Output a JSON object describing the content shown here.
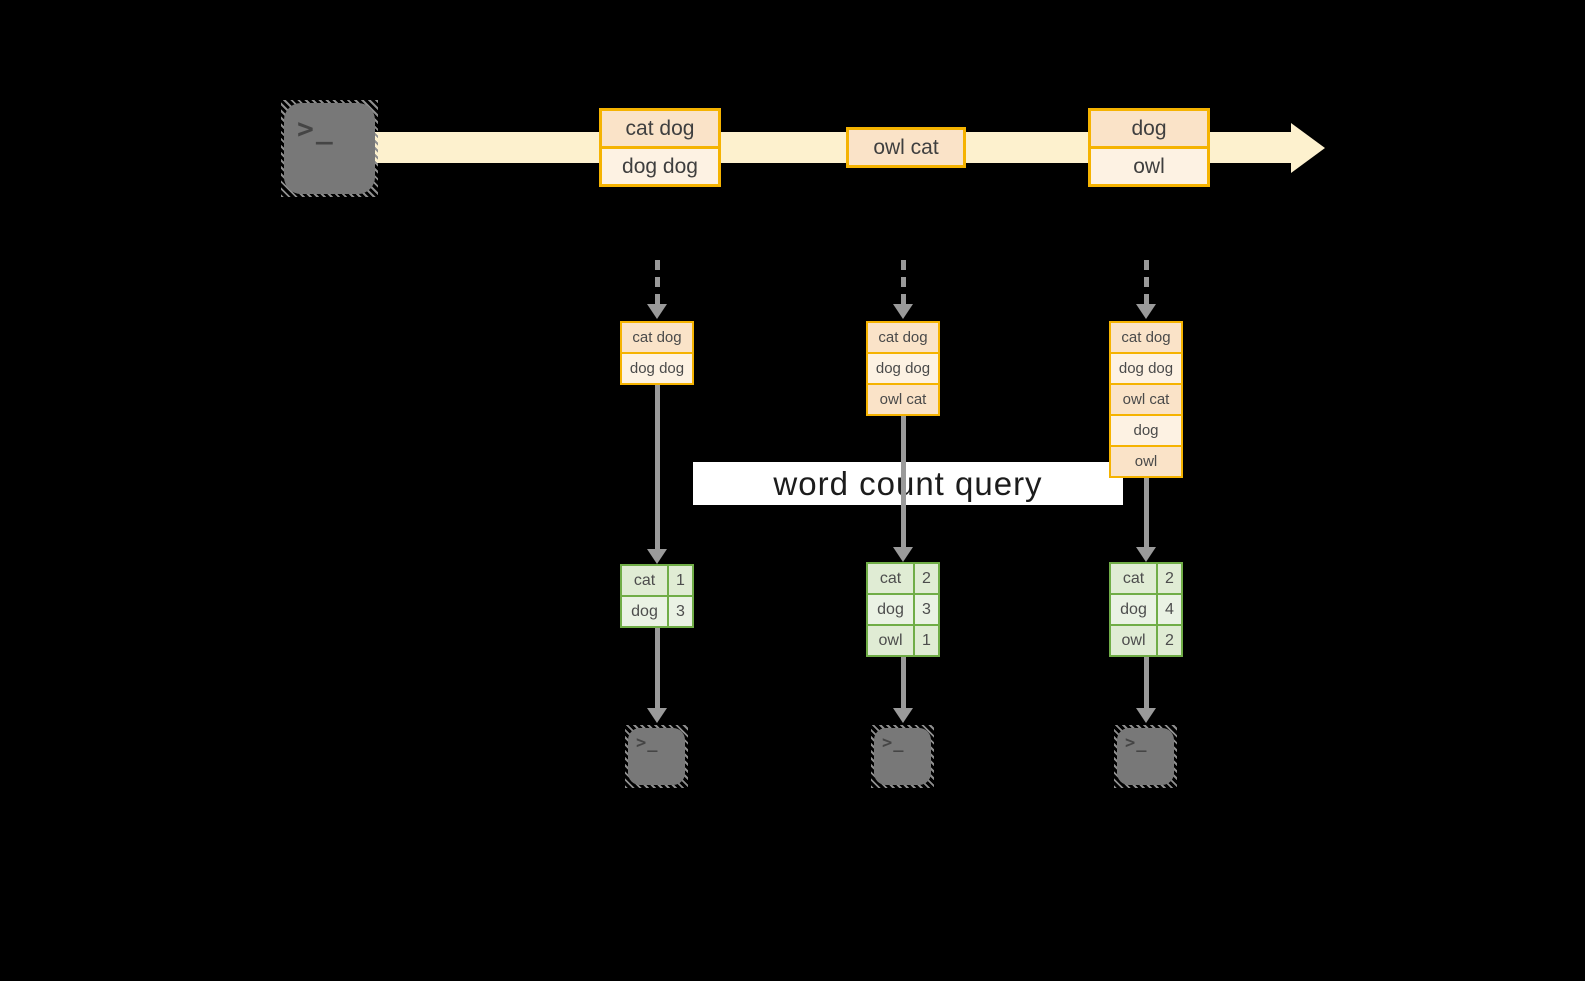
{
  "query_label": "word count query",
  "terminal_glyph": ">_",
  "stream_events": [
    {
      "lines": [
        "cat dog",
        "dog dog"
      ]
    },
    {
      "lines": [
        "owl cat"
      ]
    },
    {
      "lines": [
        "dog",
        "owl"
      ]
    }
  ],
  "columns": [
    {
      "batch": [
        "cat dog",
        "dog dog"
      ],
      "counts": [
        {
          "word": "cat",
          "count": "1"
        },
        {
          "word": "dog",
          "count": "3"
        }
      ]
    },
    {
      "batch": [
        "cat dog",
        "dog dog",
        "owl cat"
      ],
      "counts": [
        {
          "word": "cat",
          "count": "2"
        },
        {
          "word": "dog",
          "count": "3"
        },
        {
          "word": "owl",
          "count": "1"
        }
      ]
    },
    {
      "batch": [
        "cat dog",
        "dog dog",
        "owl cat",
        "dog",
        "owl"
      ],
      "counts": [
        {
          "word": "cat",
          "count": "2"
        },
        {
          "word": "dog",
          "count": "4"
        },
        {
          "word": "owl",
          "count": "2"
        }
      ]
    }
  ],
  "colors": {
    "background": "#000000",
    "stream_band": "#FDF1CE",
    "event_border": "#F5B301",
    "event_fill_dark": "#FAE3C8",
    "event_fill_light": "#FDF2E3",
    "table_border": "#70AD47",
    "table_fill_dark": "#E0ECD4",
    "table_fill_light": "#EAF2E4",
    "connector_gray": "#9A9A9A",
    "terminal_gray": "#787878",
    "query_band_bg": "#FFFFFF"
  }
}
